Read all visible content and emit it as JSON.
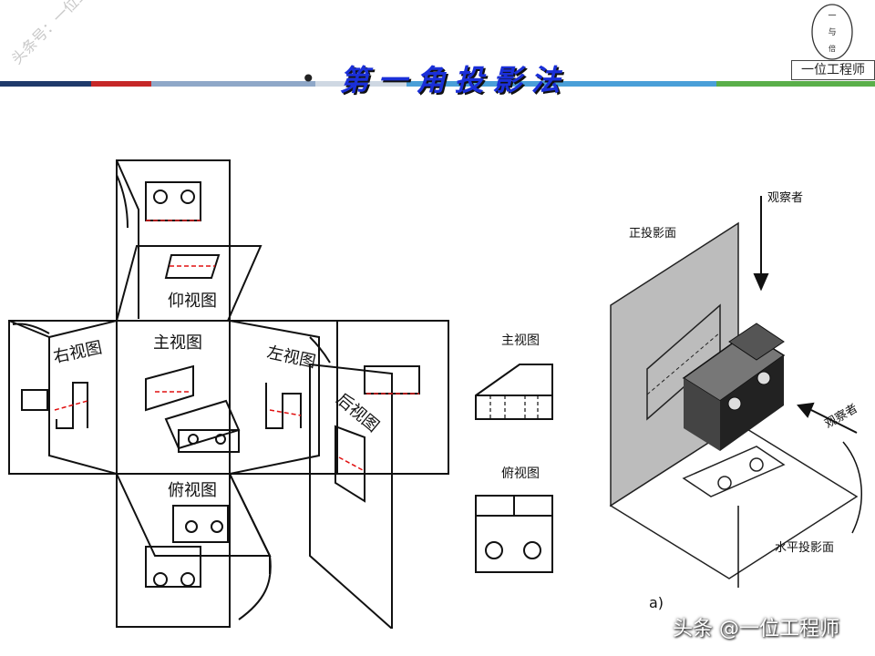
{
  "header": {
    "bullet": "•",
    "title": "第一角投影法",
    "watermark": "头条号：一位工程师",
    "logo_label": "一位工程师",
    "logo_glyphs": [
      "一",
      "与",
      "倍"
    ],
    "stripe_colors": [
      "#1f3a6b",
      "#c62828",
      "#8fa8c8",
      "#cfd8e3",
      "#4a9fd8",
      "#5aaf4a"
    ]
  },
  "unfolded_box": {
    "labels": {
      "top_view_up": "仰视图",
      "front": "主视图",
      "right": "右视图",
      "left": "左视图",
      "back": "后视图",
      "bottom": "俯视图"
    }
  },
  "middle_views": {
    "front_label": "主视图",
    "top_label": "俯视图"
  },
  "iso_diagram": {
    "labels": {
      "frontal_plane": "正投影面",
      "observer_top": "观察者",
      "observer_side": "观察者",
      "horizontal_plane": "水平投影面",
      "caption": "a)"
    }
  },
  "footer": {
    "text": "头条 @一位工程师"
  }
}
